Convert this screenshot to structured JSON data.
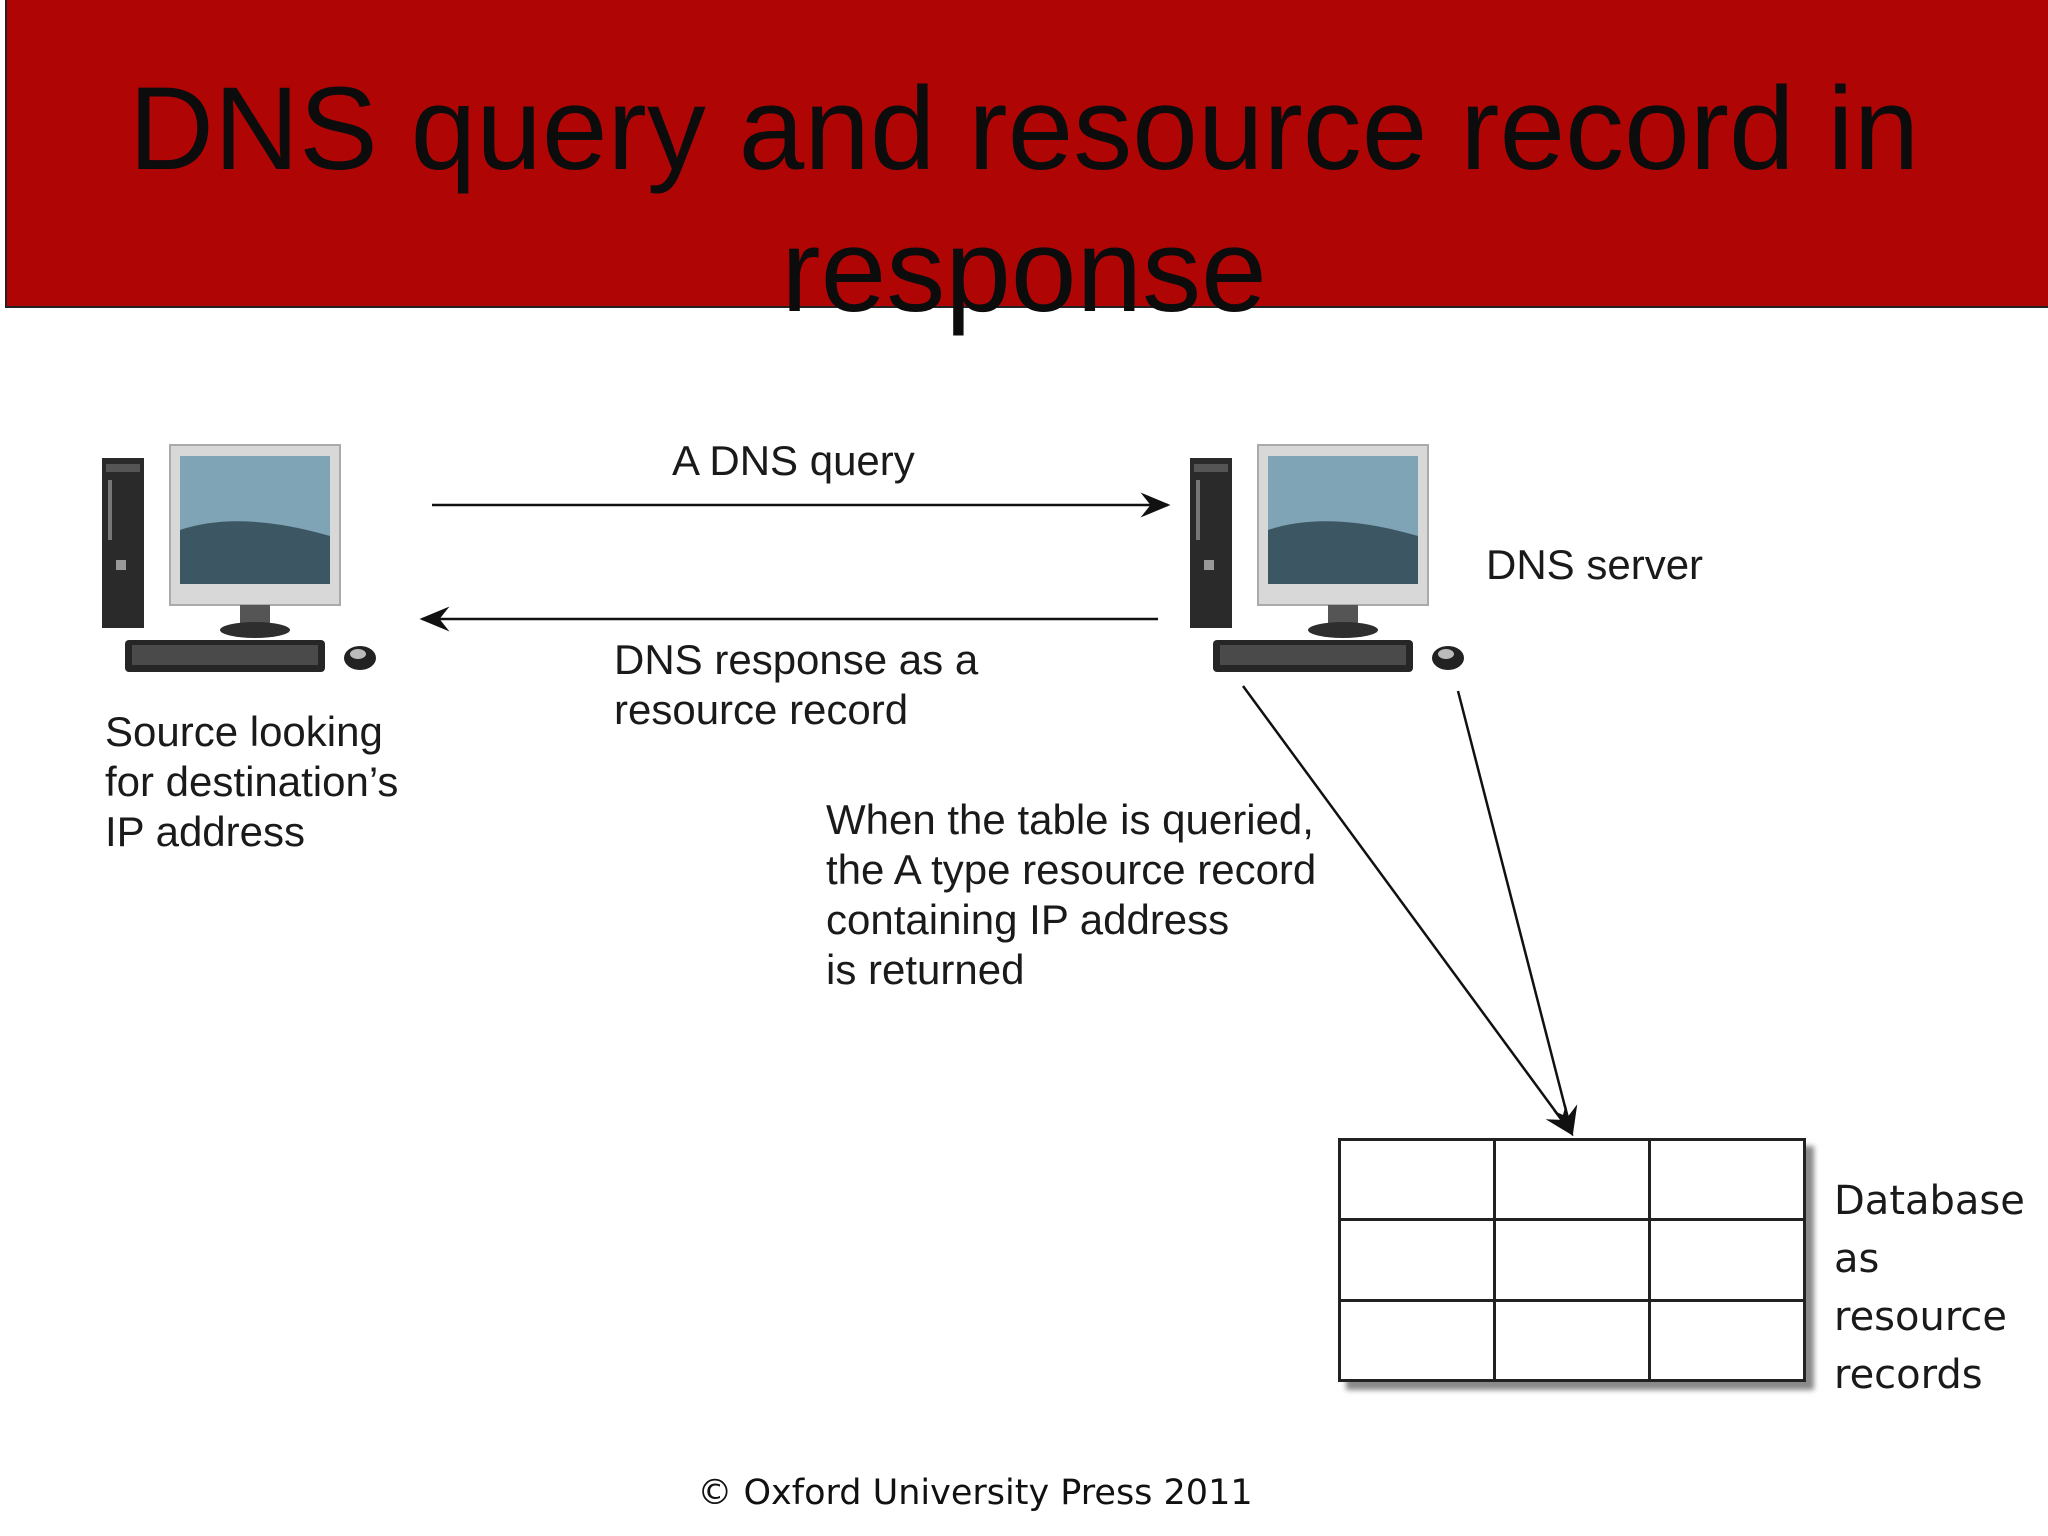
{
  "slide": {
    "title": "DNS query and resource record in response",
    "copyright": "© Oxford University Press 2011"
  },
  "diagram": {
    "source": {
      "label": "Source looking\nfor destination’s\nIP address",
      "icon": "desktop-computer-icon"
    },
    "server": {
      "label": "DNS server",
      "icon": "desktop-computer-icon"
    },
    "query_label": "A DNS query",
    "response_label": "DNS response as a\nresource record",
    "lookup_note": "When the table is queried,\nthe A type resource record\ncontaining IP address\nis returned",
    "database": {
      "label": "Database as\nresource\nrecords",
      "rows": 3,
      "cols": 3
    }
  },
  "colors": {
    "banner": "#b00505"
  }
}
